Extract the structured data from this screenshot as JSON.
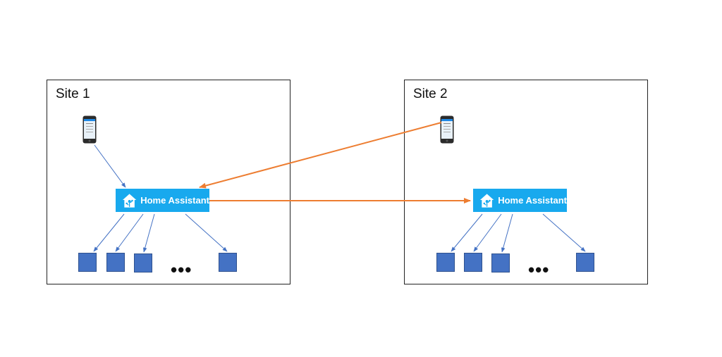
{
  "sites": [
    {
      "label": "Site 1"
    },
    {
      "label": "Site 2"
    }
  ],
  "hub": {
    "label": "Home Assistant",
    "icon": "home-assistant-icon",
    "color": "#18a9ee"
  },
  "device_color": "#4472c4",
  "dots": "•••",
  "arrow_colors": {
    "local": "#4472c4",
    "remote": "#ed7d31"
  }
}
